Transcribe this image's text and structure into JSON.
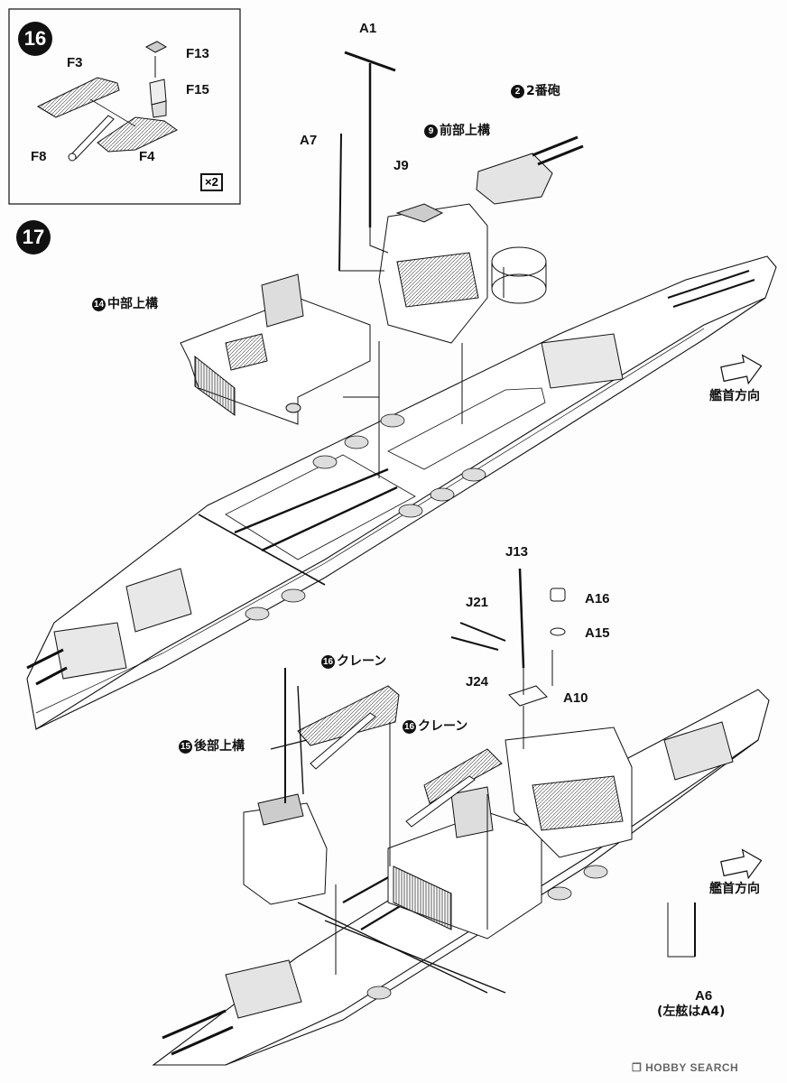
{
  "steps": {
    "s16": "16",
    "s17": "17",
    "multiplier": "×2"
  },
  "step16_parts": {
    "f13": "F13",
    "f3": "F3",
    "f15": "F15",
    "f8": "F8",
    "f4": "F4"
  },
  "step17_parts": {
    "a1": "A1",
    "a7": "A7",
    "j9": "J9",
    "j13": "J13",
    "j21": "J21",
    "j24": "J24",
    "a16": "A16",
    "a15": "A15",
    "a10": "A10",
    "a6": "A6",
    "a6_note": "(左舷はA4)"
  },
  "assemblies": {
    "turret_2": {
      "num": "2",
      "label": "2番砲"
    },
    "forward_superstructure": {
      "num": "9",
      "label": "前部上構"
    },
    "mid_superstructure": {
      "num": "14",
      "label": "中部上構"
    },
    "rear_superstructure": {
      "num": "15",
      "label": "後部上構"
    },
    "crane_1": {
      "num": "16",
      "label": "クレーン"
    },
    "crane_2": {
      "num": "16",
      "label": "クレーン"
    }
  },
  "direction": {
    "bow_top": "艦首方向",
    "bow_bottom": "艦首方向"
  },
  "watermark": "HOBBY SEARCH"
}
